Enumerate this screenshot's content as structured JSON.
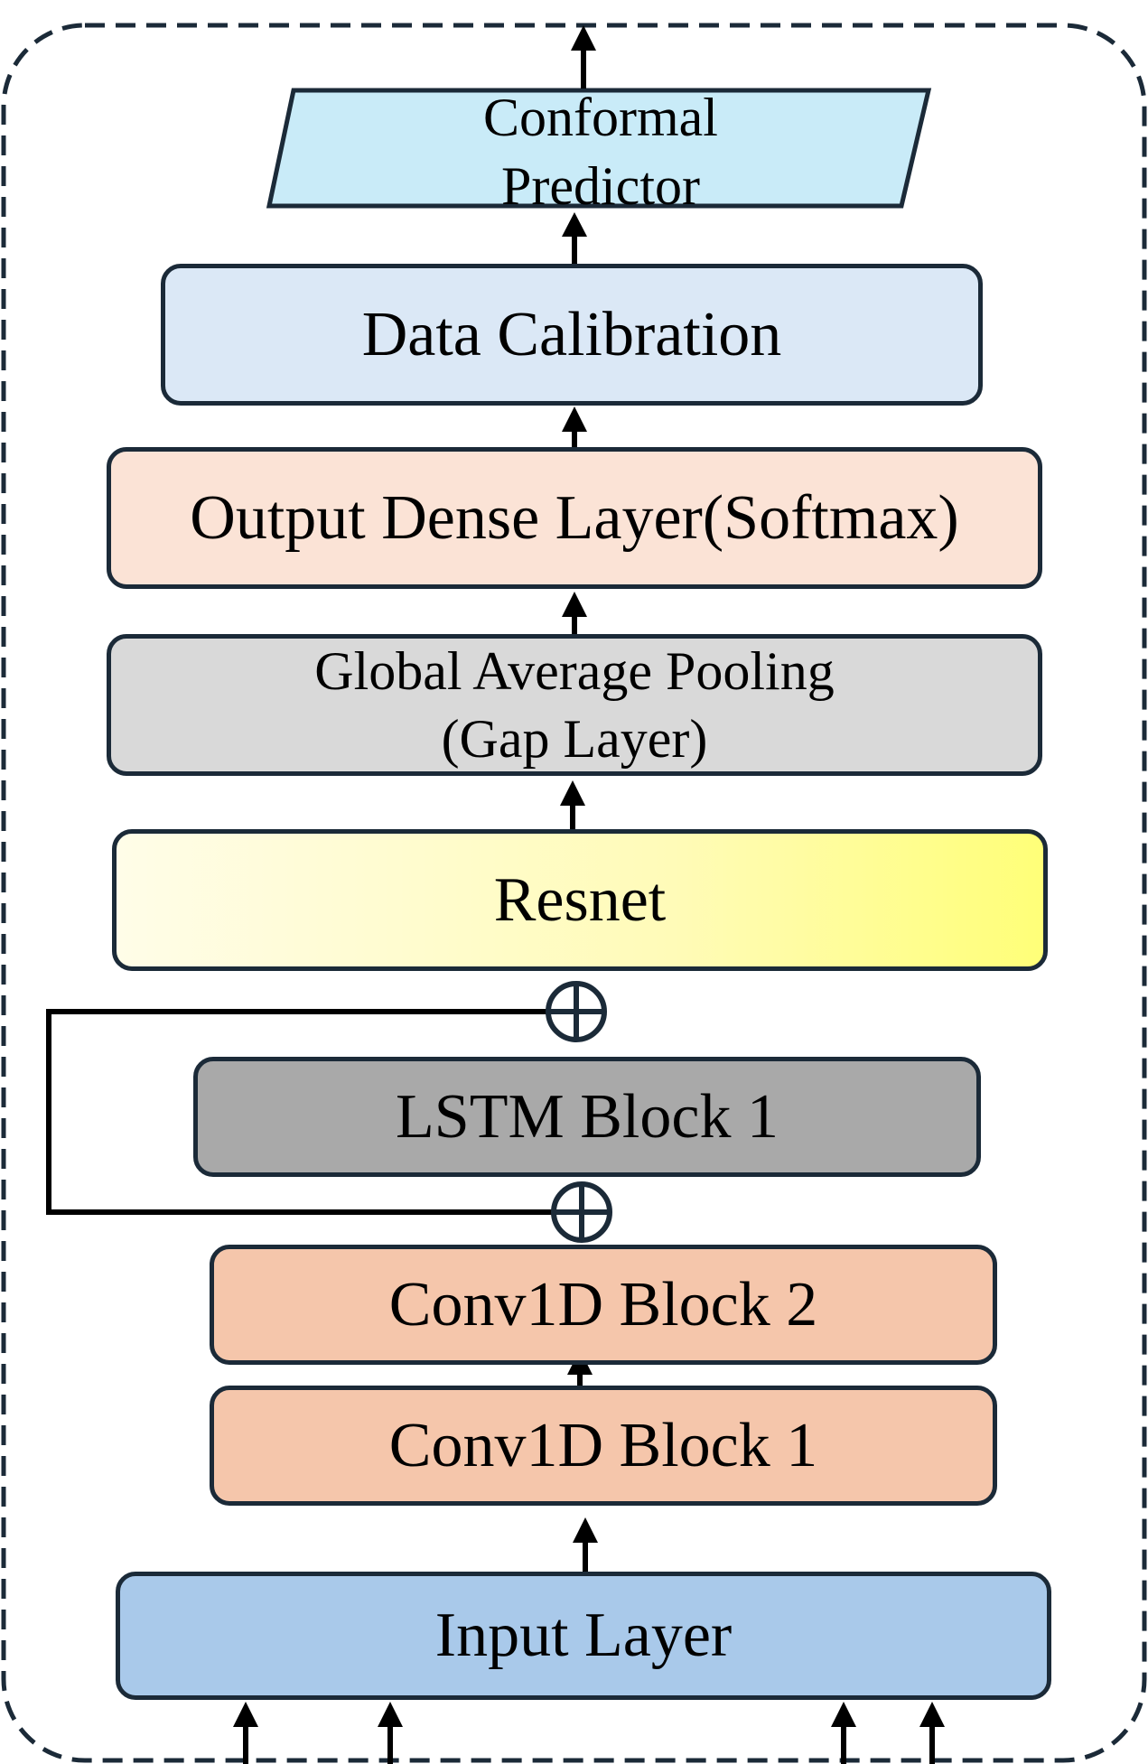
{
  "diagram": {
    "conformal_predictor": [
      "Conformal",
      "Predictor"
    ],
    "data_calibration": "Data Calibration",
    "output_dense": "Output Dense Layer(Softmax)",
    "gap": [
      "Global Average Pooling",
      "(Gap Layer)"
    ],
    "resnet": "Resnet",
    "lstm": "LSTM Block 1",
    "conv2": "Conv1D Block 2",
    "conv1": "Conv1D Block 1",
    "input": "Input Layer",
    "icons": {
      "add": "circle-plus-icon",
      "arrow": "arrow-up-icon"
    },
    "colors": {
      "outline": "#1b2a38",
      "conformal_fill": "#c9ebf8",
      "data_calibration_fill": "#dbe8f6",
      "output_dense_fill": "#fbe3d6",
      "gap_fill": "#d9d9d9",
      "resnet_fill_start": "#fffde8",
      "resnet_fill_end": "#ffff78",
      "lstm_fill": "#a9a9a9",
      "conv_fill": "#f5c6ab",
      "input_fill": "#a9c9ea"
    }
  }
}
